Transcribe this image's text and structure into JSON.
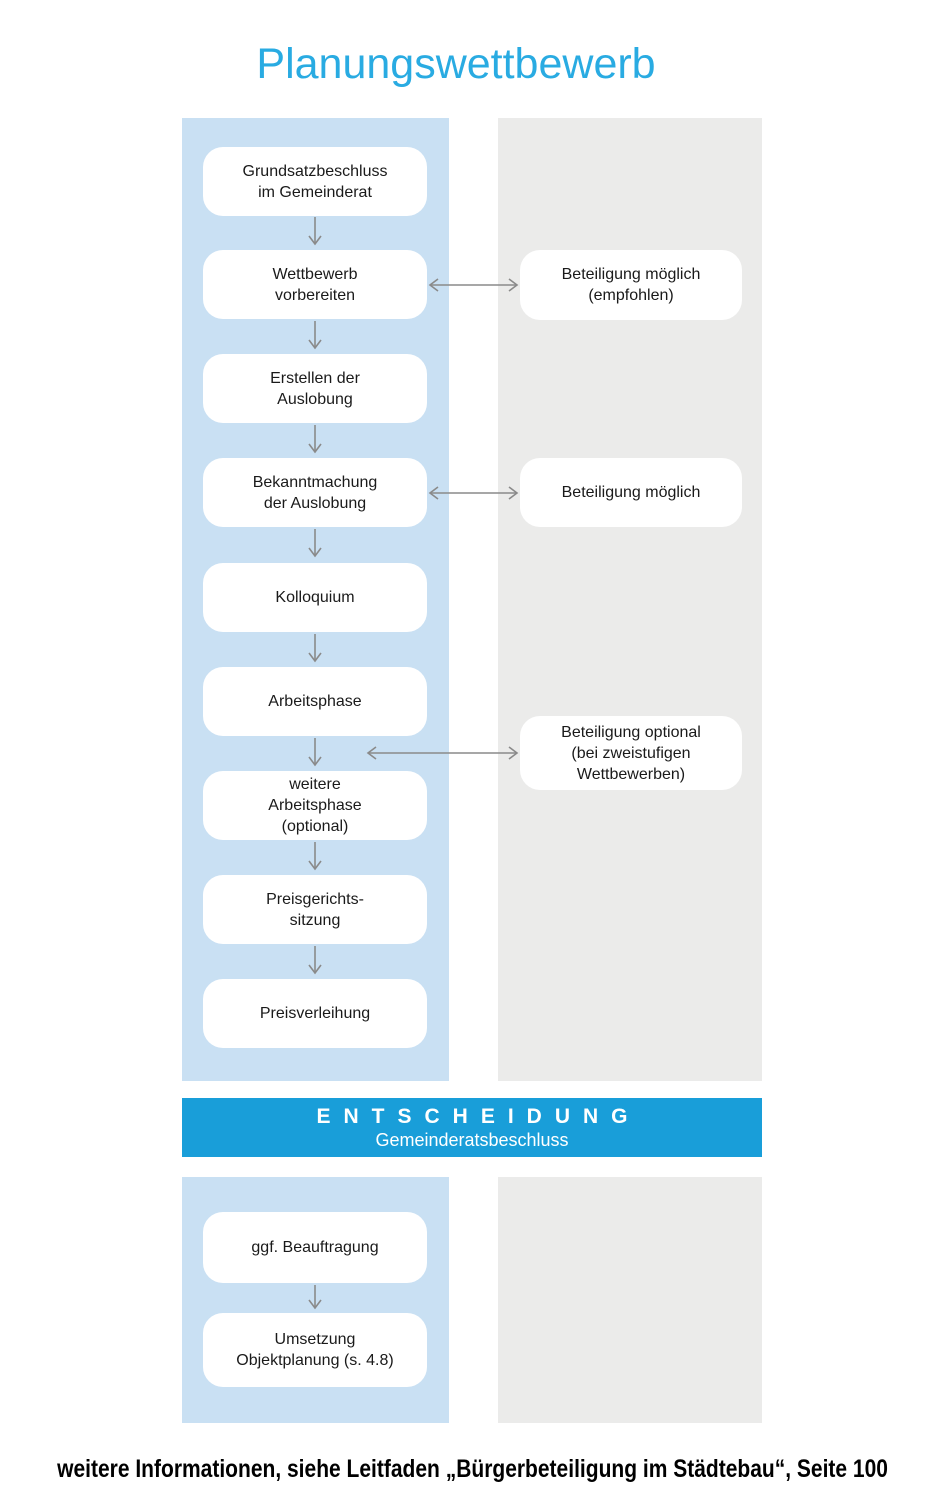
{
  "title": "Planungswettbewerb",
  "colors": {
    "title_blue": "#29ABE2",
    "banner_blue": "#199ED9",
    "process_column_blue": "#C9E0F3",
    "participation_column_gray": "#EBEBEA",
    "arrow_gray": "#8A8A8A"
  },
  "flow": {
    "steps": [
      {
        "label": "Grundsatzbeschluss\nim Gemeinderat"
      },
      {
        "label": "Wettbewerb\nvorbereiten"
      },
      {
        "label": "Erstellen der\nAuslobung"
      },
      {
        "label": "Bekanntmachung\nder Auslobung"
      },
      {
        "label": "Kolloquium"
      },
      {
        "label": "Arbeitsphase"
      },
      {
        "label": "weitere\nArbeitsphase\n(optional)"
      },
      {
        "label": "Preisgerichts-\nsitzung"
      },
      {
        "label": "Preisverleihung"
      }
    ],
    "participation": [
      {
        "label": "Beteiligung möglich\n(empfohlen)",
        "connects_to": "Wettbewerb vorbereiten"
      },
      {
        "label": "Beteiligung möglich",
        "connects_to": "Bekanntmachung der Auslobung"
      },
      {
        "label": "Beteiligung optional\n(bei zweistufigen\nWettbewerben)",
        "connects_to": "Arbeitsphase / weitere Arbeitsphase"
      }
    ]
  },
  "banner": {
    "title": "ENTSCHEIDUNG",
    "subtitle": "Gemeinderatsbeschluss"
  },
  "post_decision": {
    "steps": [
      {
        "label": "ggf. Beauftragung"
      },
      {
        "label": "Umsetzung\nObjektplanung (s. 4.8)"
      }
    ]
  },
  "footer": {
    "text": "weitere Informationen, siehe Leitfaden „Bürgerbeteiligung im Städtebau“, Seite 100"
  }
}
